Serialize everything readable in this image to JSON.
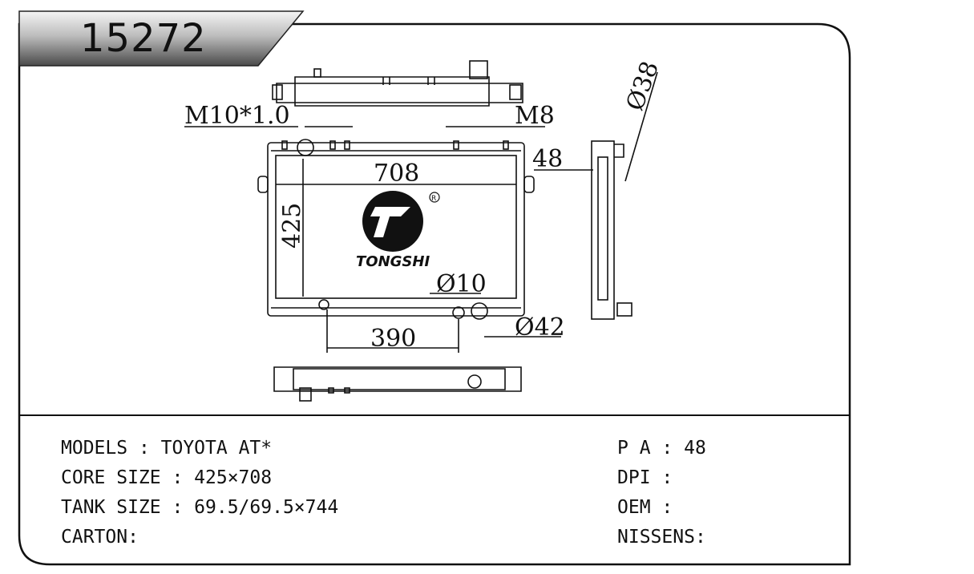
{
  "part_number": "15272",
  "brand": "TONGSHI",
  "registered_mark": "R",
  "dimensions": {
    "thread": "M10*1.0",
    "m8": "M8",
    "width": "708",
    "height": "425",
    "outlet_dia": "Ø10",
    "offset": "390",
    "inlet_dia": "Ø42",
    "side_depth": "48",
    "side_dia": "Ø38"
  },
  "specs_left": [
    {
      "label": "MODELS",
      "sep": " : ",
      "value": "TOYOTA AT*"
    },
    {
      "label": "CORE SIZE",
      "sep": " : ",
      "value": "425×708"
    },
    {
      "label": "TANK SIZE",
      "sep": " : ",
      "value": "69.5/69.5×744"
    },
    {
      "label": "CARTON",
      "sep": ":",
      "value": ""
    }
  ],
  "specs_right": [
    {
      "label": "P A",
      "sep": " : ",
      "value": "48"
    },
    {
      "label": "DPI",
      "sep": " : ",
      "value": ""
    },
    {
      "label": "OEM",
      "sep": " : ",
      "value": ""
    },
    {
      "label": "NISSENS",
      "sep": ":",
      "value": ""
    }
  ]
}
